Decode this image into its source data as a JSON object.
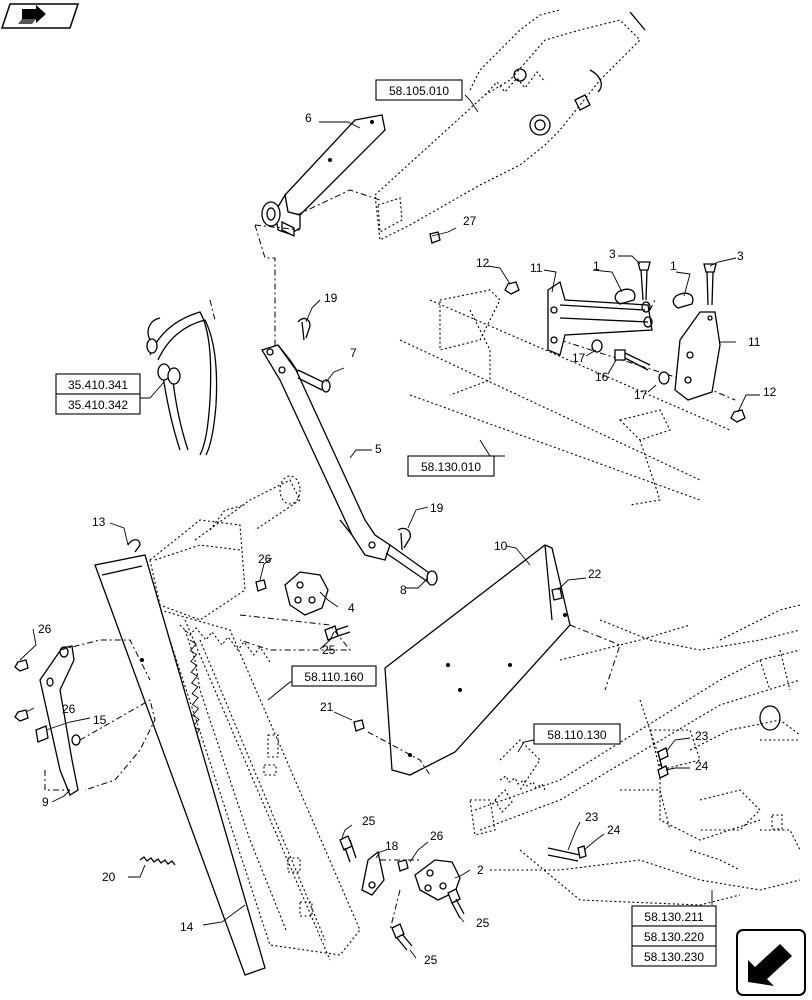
{
  "callouts": [
    "1",
    "1",
    "2",
    "3",
    "3",
    "4",
    "5",
    "6",
    "7",
    "8",
    "9",
    "10",
    "11",
    "11",
    "12",
    "12",
    "13",
    "14",
    "15",
    "16",
    "17",
    "17",
    "18",
    "19",
    "19",
    "20",
    "21",
    "22",
    "23",
    "23",
    "24",
    "24",
    "25",
    "25",
    "25",
    "25",
    "26",
    "26",
    "26",
    "26",
    "27"
  ],
  "references": [
    "58.105.010",
    "35.410.341",
    "35.410.342",
    "58.130.010",
    "58.110.160",
    "58.110.130",
    "58.130.211",
    "58.130.220",
    "58.130.230"
  ],
  "icons": {
    "top_left": "book-with-arrow-icon",
    "bottom_right": "next-page-arrow-icon"
  }
}
